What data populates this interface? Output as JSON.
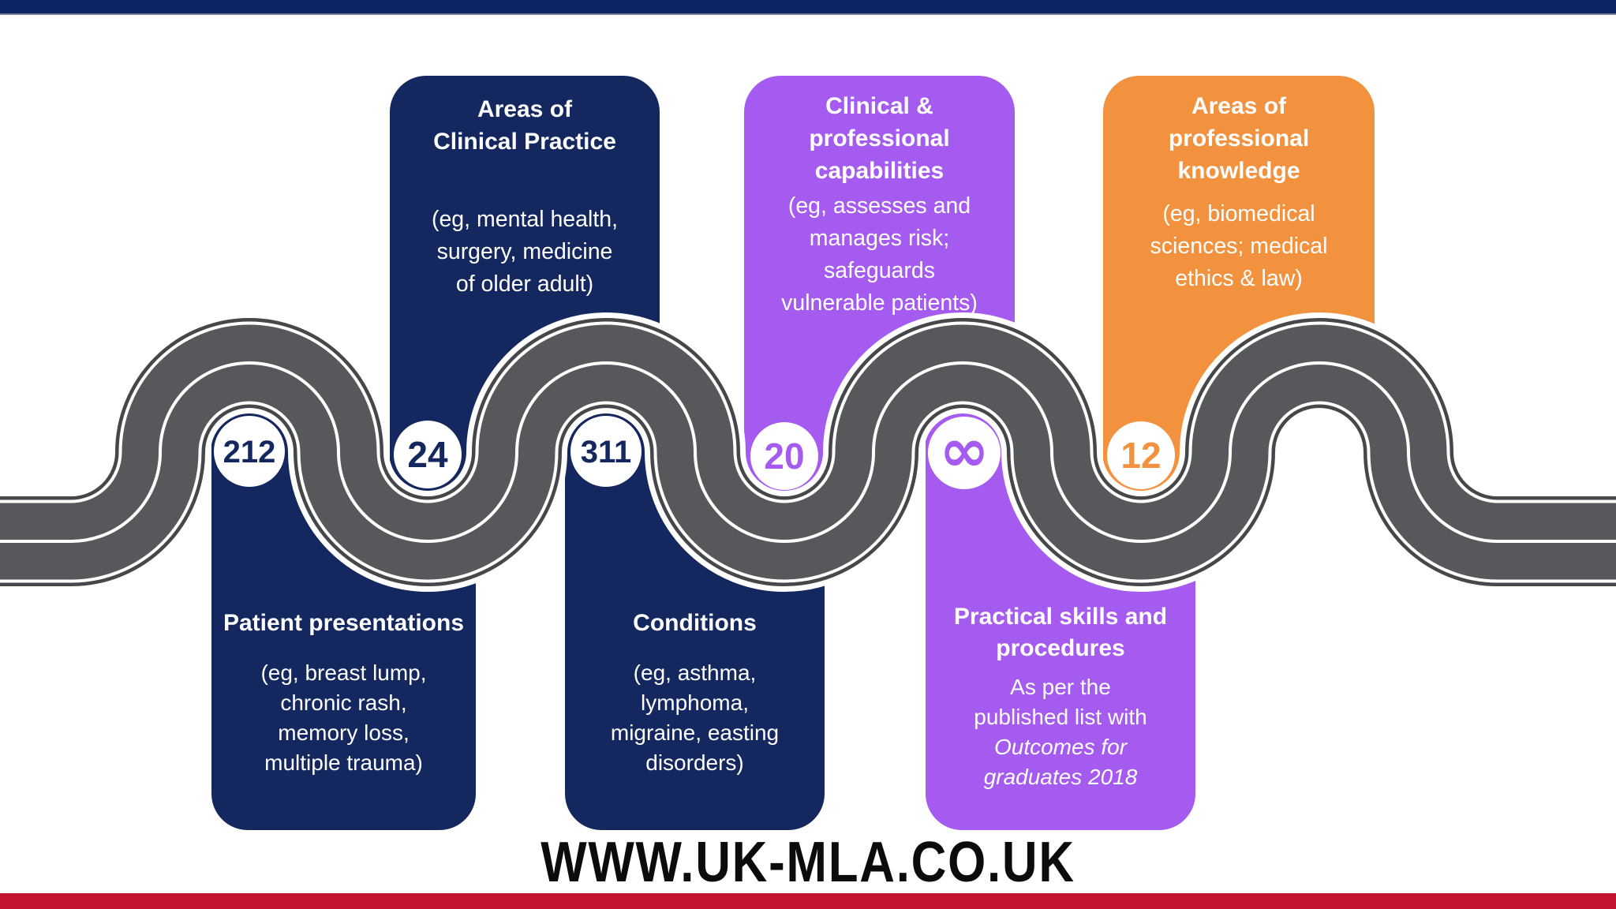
{
  "page": {
    "url_text": "WWW.UK-MLA.CO.UK",
    "background_color": "#FFFFFF",
    "top_bar_color": "#0D2364",
    "bottom_bar_color": "#C41431"
  },
  "road": {
    "surface_color": "#57585B",
    "edge_color": "#46474A",
    "marking_color": "#FFFFFF"
  },
  "top_cards": [
    {
      "title_lines": [
        "Areas of",
        "Clinical Practice"
      ],
      "body_lines": [
        "(eg, mental health,",
        "surgery, medicine",
        "of older adult)"
      ],
      "badge": "24",
      "color": "#14285F"
    },
    {
      "title_lines": [
        "Clinical &",
        "professional",
        "capabilities"
      ],
      "body_lines": [
        "(eg, assesses and",
        "manages risk;",
        "safeguards",
        "vulnerable patients)"
      ],
      "badge": "20",
      "color": "#A55BF0"
    },
    {
      "title_lines": [
        "Areas of",
        "professional",
        "knowledge"
      ],
      "body_lines": [
        "(eg, biomedical",
        "sciences; medical",
        "ethics & law)"
      ],
      "badge": "12",
      "color": "#F2913E"
    }
  ],
  "bottom_cards": [
    {
      "title_lines": [
        "Patient presentations"
      ],
      "body_lines": [
        "(eg, breast lump,",
        "chronic rash,",
        "memory loss,",
        "multiple trauma)"
      ],
      "badge": "212",
      "color": "#14285F"
    },
    {
      "title_lines": [
        "Conditions"
      ],
      "body_lines": [
        "(eg, asthma,",
        "lymphoma,",
        "migraine, easting",
        "disorders)"
      ],
      "badge": "311",
      "color": "#14285F"
    },
    {
      "title_lines": [
        "Practical skills and",
        "procedures"
      ],
      "body_lines": [
        "As per the",
        "published list with"
      ],
      "body_lines_italic": [
        "Outcomes for",
        "graduates 2018"
      ],
      "badge": "∞",
      "color": "#A55BF0"
    }
  ]
}
